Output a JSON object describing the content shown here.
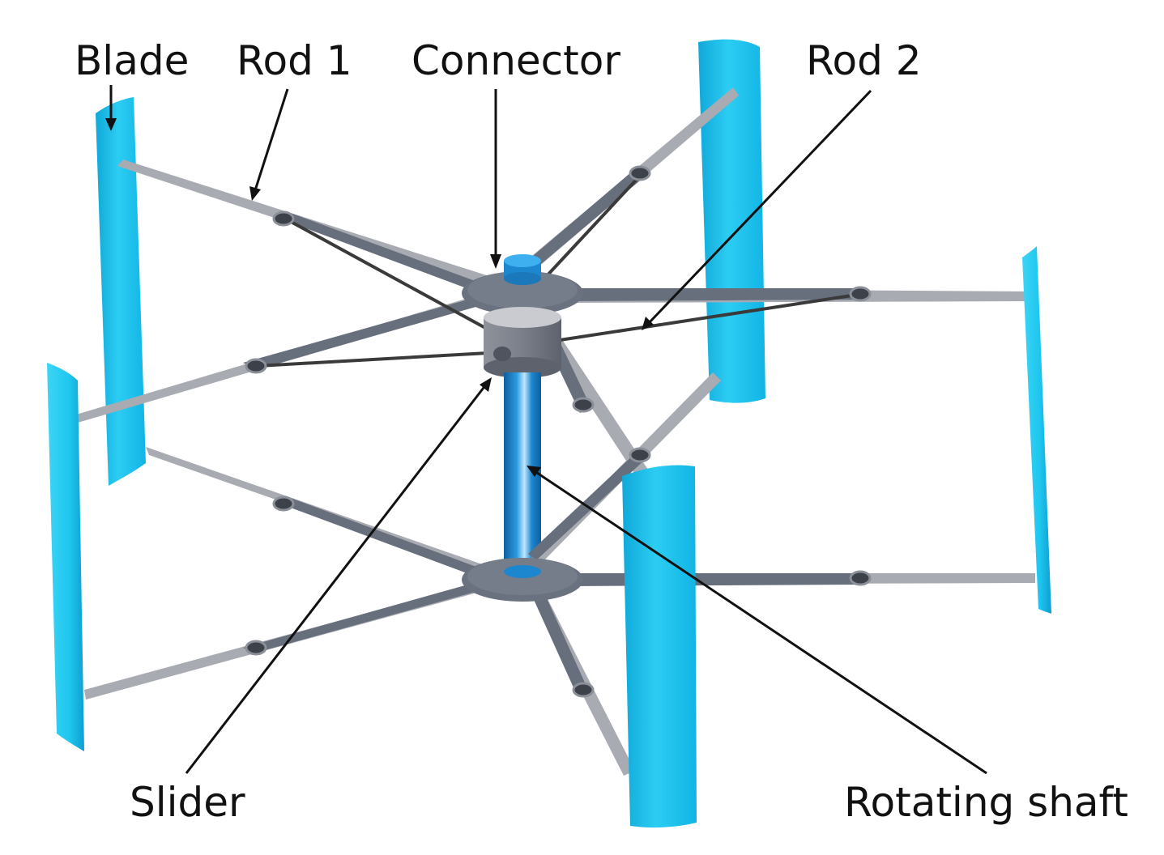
{
  "labels": {
    "blade": "Blade",
    "rod1": "Rod 1",
    "connector": "Connector",
    "rod2": "Rod 2",
    "slider": "Slider",
    "rotating_shaft": "Rotating shaft"
  },
  "colors": {
    "blade_light": "#4fd6f4",
    "blade_mid": "#1ec6ee",
    "blade_dark": "#0fa9d8",
    "rod_outer": "#a9abb2",
    "rod_inner": "#676e7c",
    "hub": "#6a717f",
    "hub_dark": "#535a67",
    "shaft": "#1c86cf",
    "shaft_dark": "#0f5f9e",
    "tension": "#3a3a3a",
    "leader": "#111111"
  }
}
